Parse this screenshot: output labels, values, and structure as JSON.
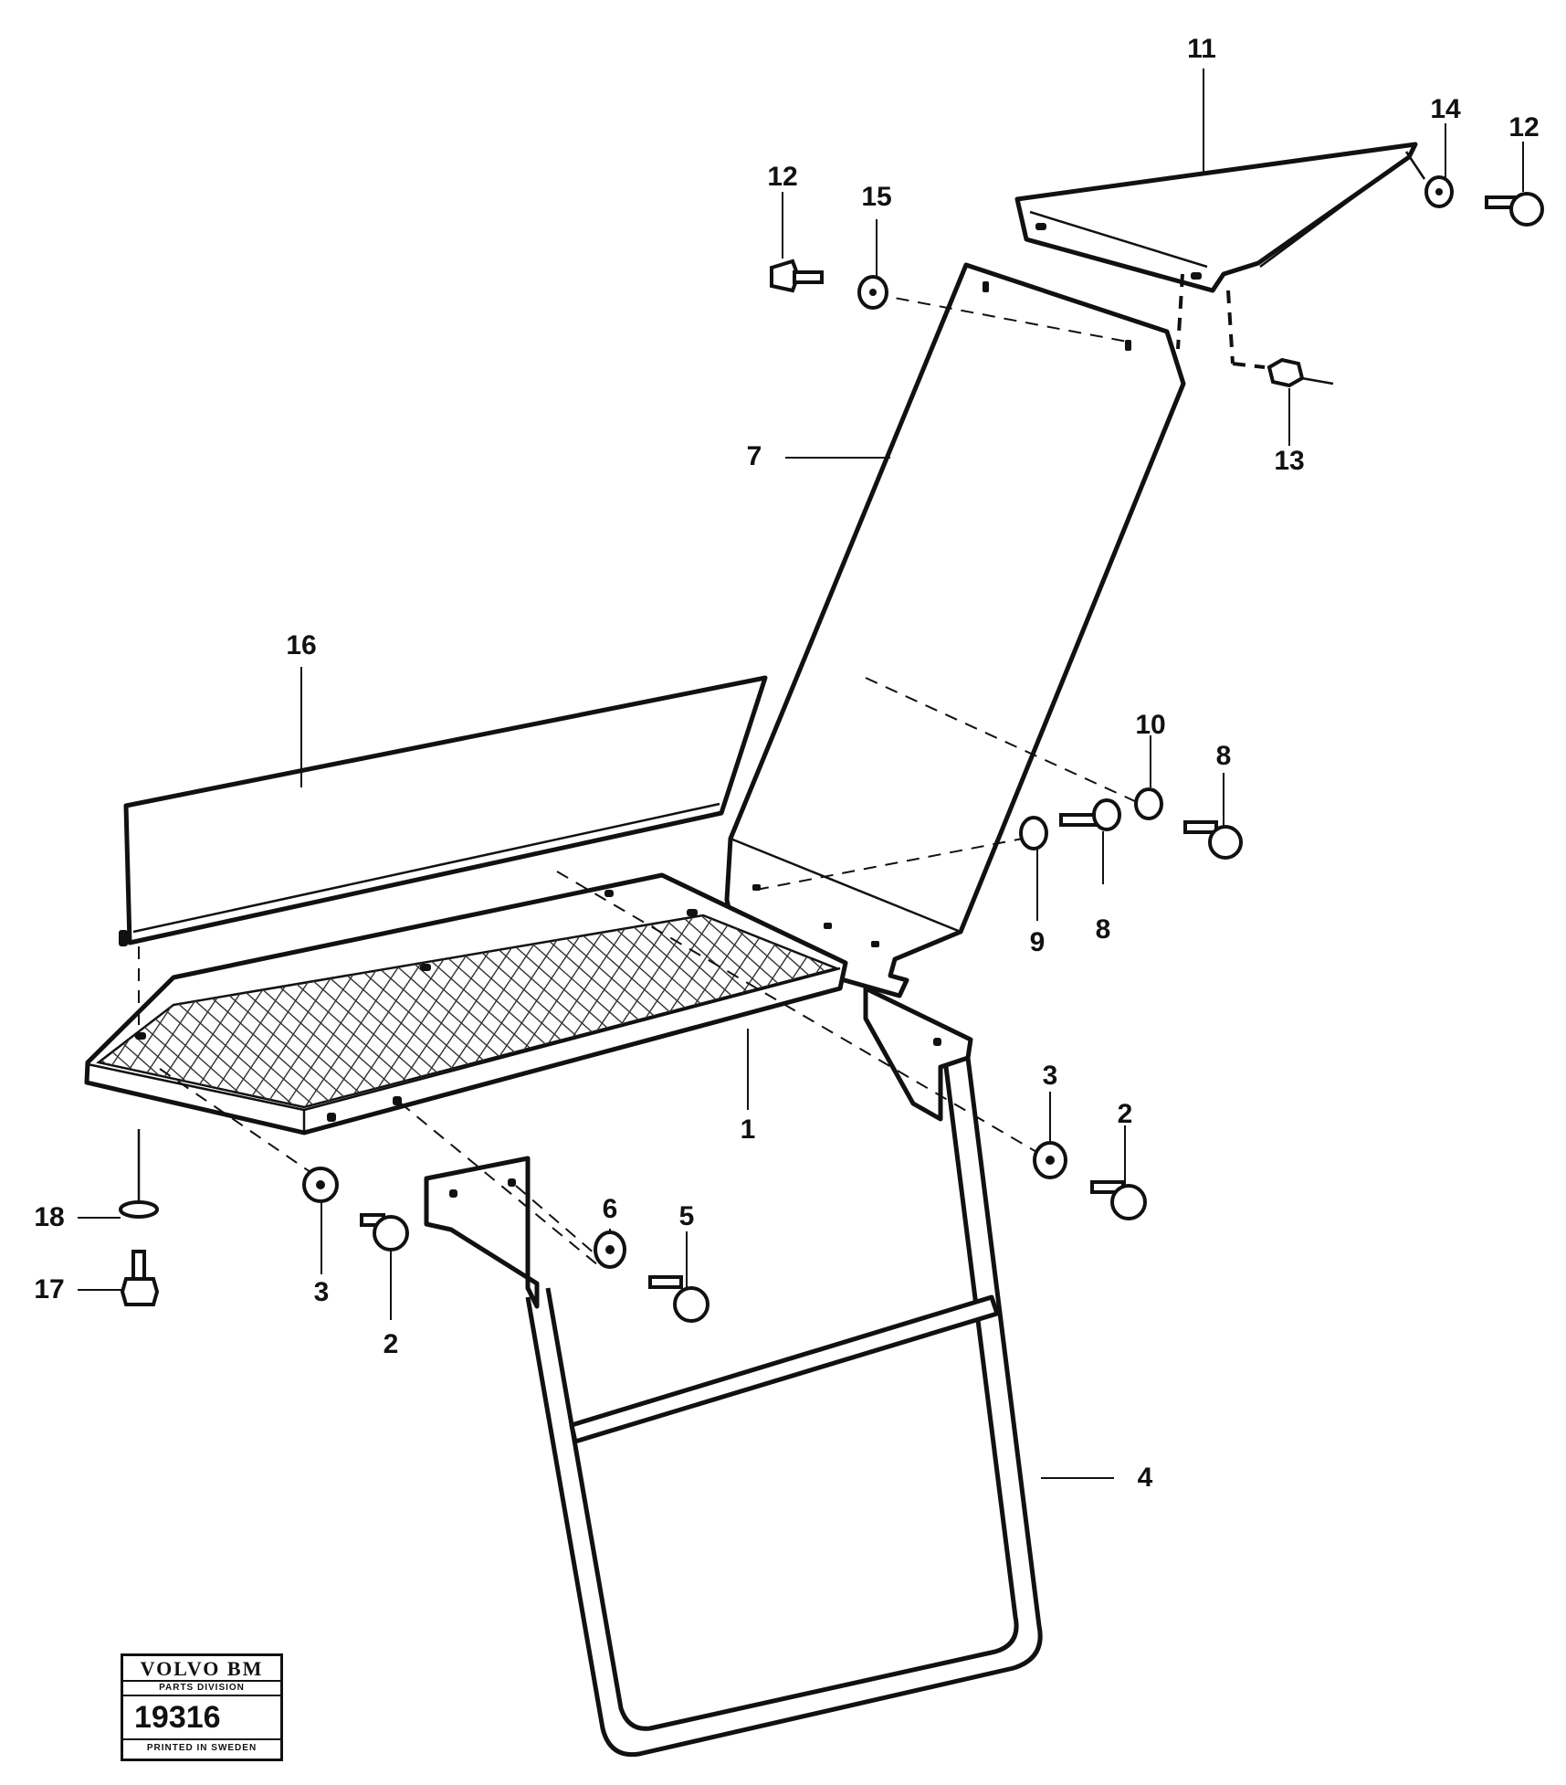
{
  "callouts": {
    "c1": "1",
    "c2a": "2",
    "c2b": "2",
    "c3a": "3",
    "c3b": "3",
    "c4": "4",
    "c5": "5",
    "c6": "6",
    "c7": "7",
    "c8a": "8",
    "c8b": "8",
    "c9": "9",
    "c10": "10",
    "c11": "11",
    "c12a": "12",
    "c12b": "12",
    "c13": "13",
    "c14": "14",
    "c15": "15",
    "c16": "16",
    "c17": "17",
    "c18": "18"
  },
  "stamp": {
    "brand": "VOLVO BM",
    "division": "PARTS DIVISION",
    "number": "19316",
    "printed": "PRINTED IN SWEDEN"
  }
}
